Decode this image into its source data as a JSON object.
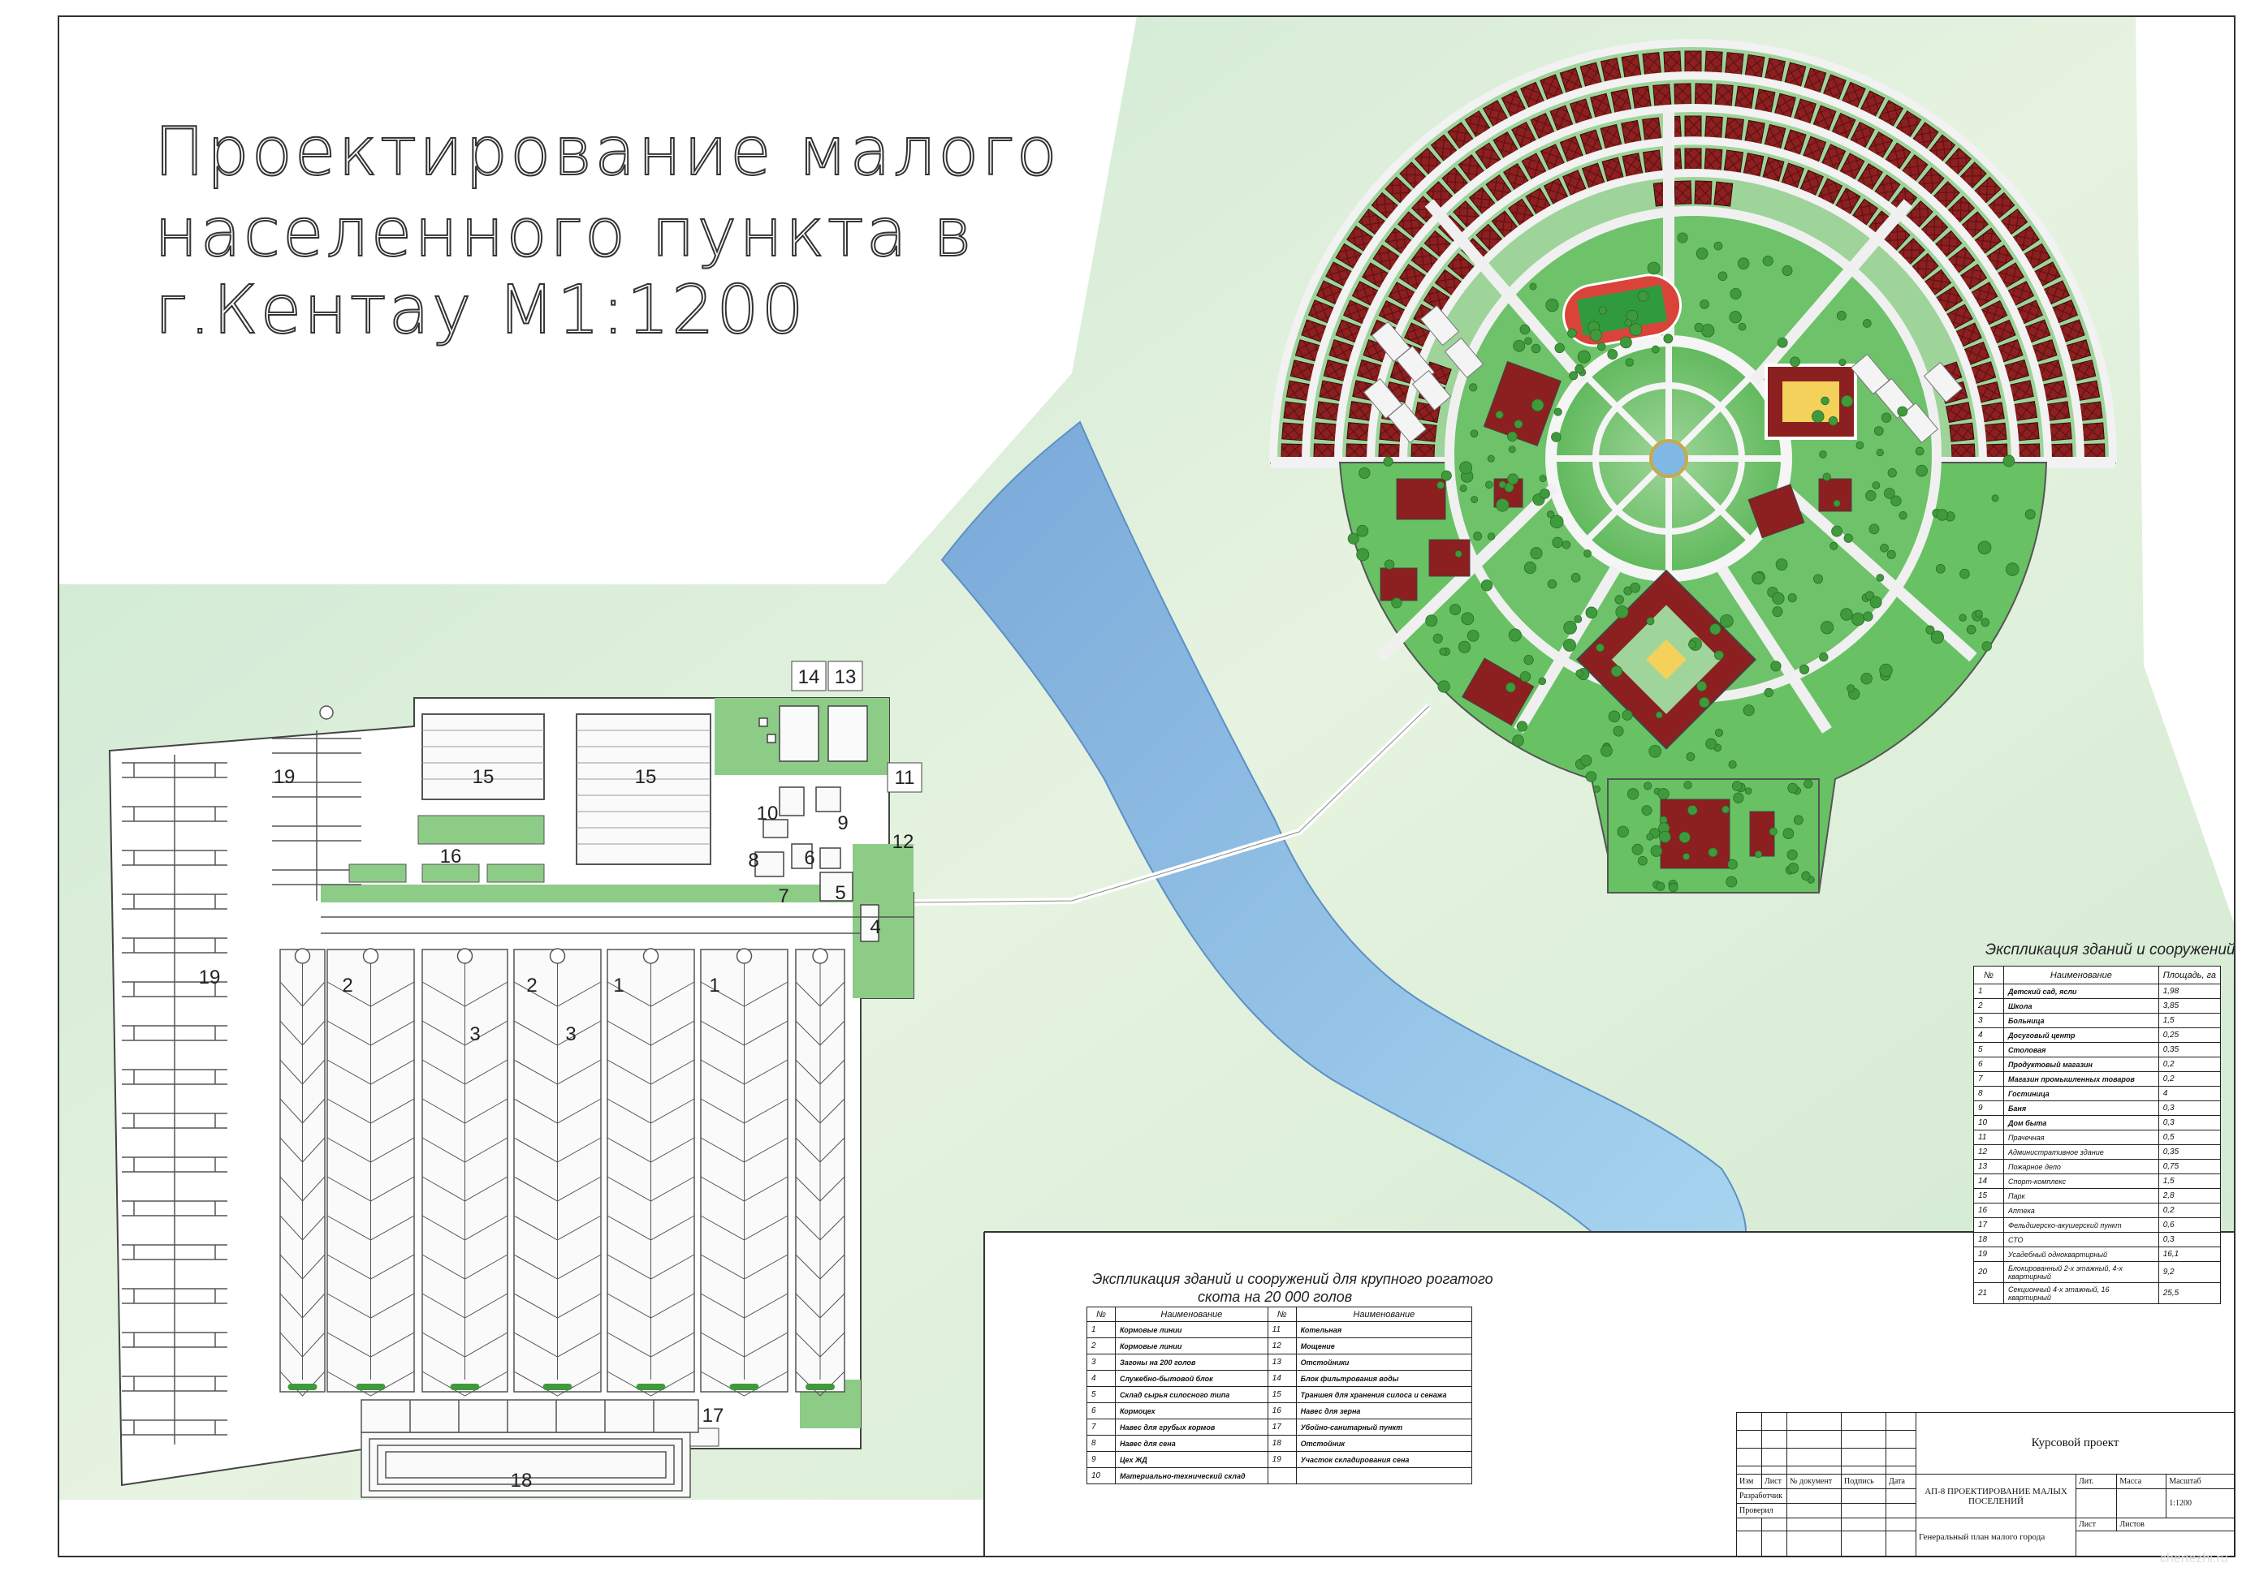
{
  "title": {
    "lines": [
      "Проектирование малого",
      "населенного пункта в",
      "г.Кентау М1:1200"
    ]
  },
  "farm": {
    "labels": [
      {
        "id": "14",
        "text": "14"
      },
      {
        "id": "13",
        "text": "13"
      },
      {
        "id": "11",
        "text": "11"
      },
      {
        "id": "19a",
        "text": "19"
      },
      {
        "id": "15a",
        "text": "15"
      },
      {
        "id": "15b",
        "text": "15"
      },
      {
        "id": "10",
        "text": "10"
      },
      {
        "id": "9",
        "text": "9"
      },
      {
        "id": "12",
        "text": "12"
      },
      {
        "id": "16",
        "text": "16"
      },
      {
        "id": "8",
        "text": "8"
      },
      {
        "id": "6",
        "text": "6"
      },
      {
        "id": "7",
        "text": "7"
      },
      {
        "id": "5",
        "text": "5"
      },
      {
        "id": "4",
        "text": "4"
      },
      {
        "id": "19b",
        "text": "19"
      },
      {
        "id": "2a",
        "text": "2"
      },
      {
        "id": "2b",
        "text": "2"
      },
      {
        "id": "1a",
        "text": "1"
      },
      {
        "id": "1b",
        "text": "1"
      },
      {
        "id": "3a",
        "text": "3"
      },
      {
        "id": "3b",
        "text": "3"
      },
      {
        "id": "17",
        "text": "17"
      },
      {
        "id": "18",
        "text": "18"
      }
    ]
  },
  "farm_legend": {
    "caption": [
      "Экспликация зданий и сооружений для крупного рогатого",
      "скота на 20 000 голов"
    ],
    "headers": [
      "№",
      "Наименование",
      "№",
      "Наименование"
    ],
    "rows": [
      [
        "1",
        "Кормовые линии",
        "11",
        "Котельная"
      ],
      [
        "2",
        "Кормовые линии",
        "12",
        "Мощение"
      ],
      [
        "3",
        "Загоны на 200 голов",
        "13",
        "Отстойники"
      ],
      [
        "4",
        "Служебно-бытовой блок",
        "14",
        "Блок фильтрования воды"
      ],
      [
        "5",
        "Склад сырья силосного типа",
        "15",
        "Траншея для хранения силоса и сенажа"
      ],
      [
        "6",
        "Кормоцех",
        "16",
        "Навес для зерна"
      ],
      [
        "7",
        "Навес для грубых кормов",
        "17",
        "Убойно-санитарный пункт"
      ],
      [
        "8",
        "Навес для сена",
        "18",
        "Отстойник"
      ],
      [
        "9",
        "Цех ЖД",
        "19",
        "Участок складирования сена"
      ],
      [
        "10",
        "Материально-технический склад",
        "",
        ""
      ]
    ]
  },
  "town_legend": {
    "caption": "Экспликация зданий и сооружений",
    "headers": [
      "№",
      "Наименование",
      "Площадь, га"
    ],
    "rows": [
      [
        "1",
        "Детский сад, ясли",
        "1,98"
      ],
      [
        "2",
        "Школа",
        "3,85"
      ],
      [
        "3",
        "Больница",
        "1,5"
      ],
      [
        "4",
        "Досуговый центр",
        "0,25"
      ],
      [
        "5",
        "Столовая",
        "0,35"
      ],
      [
        "6",
        "Продуктовый магазин",
        "0,2"
      ],
      [
        "7",
        "Магазин промышленных товаров",
        "0,2"
      ],
      [
        "8",
        "Гостиница",
        "4"
      ],
      [
        "9",
        "Баня",
        "0,3"
      ],
      [
        "10",
        "Дом быта",
        "0,3"
      ],
      [
        "11",
        "Прачечная",
        "0,5"
      ],
      [
        "12",
        "Административное здание",
        "0,35"
      ],
      [
        "13",
        "Пожарное депо",
        "0,75"
      ],
      [
        "14",
        "Спорт-комплекс",
        "1,5"
      ],
      [
        "15",
        "Парк",
        "2,8"
      ],
      [
        "16",
        "Аптека",
        "0,2"
      ],
      [
        "17",
        "Фельдшерско-акушерский пункт",
        "0,6"
      ],
      [
        "18",
        "СТО",
        "0,3"
      ],
      [
        "19",
        "Усадебный одноквартирный",
        "16,1"
      ],
      [
        "20",
        "Блокированный 2-х этажный, 4-х квартирный",
        "9,2"
      ],
      [
        "21",
        "Секционный 4-х этажный, 16 квартирный",
        "25,5"
      ]
    ]
  },
  "stamp": {
    "project_type": "Курсовой проект",
    "course": "АП-8 ПРОЕКТИРОВАНИЕ МАЛЫХ ПОСЕЛЕНИЙ",
    "drawing": "Генеральный план малого города",
    "col_izm": "Изм",
    "col_list": "Лист",
    "col_doc": "№ документ",
    "col_sign": "Подпись",
    "col_date": "Дата",
    "row_developed": "Разработчик",
    "row_checked": "Проверил",
    "lit": "Лит.",
    "mass": "Масса",
    "scale_label": "Масштаб",
    "scale": "1:1200",
    "sheet": "Лист",
    "sheets": "Листов"
  },
  "watermark": "chertezhi.ru",
  "colors": {
    "land": "#cfe8cf",
    "river": "#8bb8e0",
    "greenery": "#6ec26a",
    "roof": "#8c1f1f",
    "road": "#f2f2f2"
  }
}
